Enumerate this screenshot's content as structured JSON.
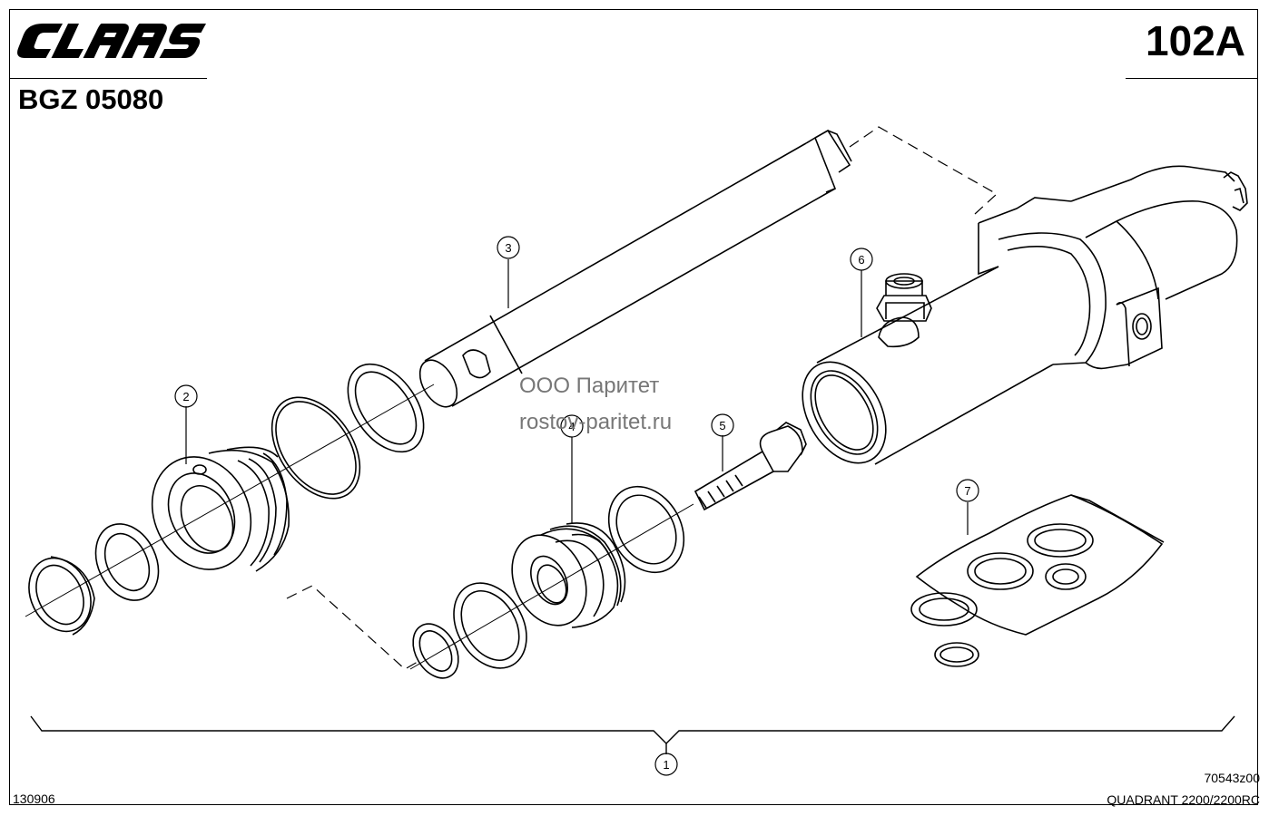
{
  "brand": "CLAAS",
  "header": {
    "part_code": "BGZ 05080",
    "page_number": "102A"
  },
  "watermark": {
    "line1": "ООО Паритет",
    "line2": "rostov-paritet.ru"
  },
  "callouts": {
    "c1": "1",
    "c2": "2",
    "c3": "3",
    "c4": "4",
    "c5": "5",
    "c6": "6",
    "c7": "7"
  },
  "footer": {
    "date_code": "130906",
    "drawing_number": "70543z00",
    "model": "QUADRANT 2200/2200RC"
  }
}
